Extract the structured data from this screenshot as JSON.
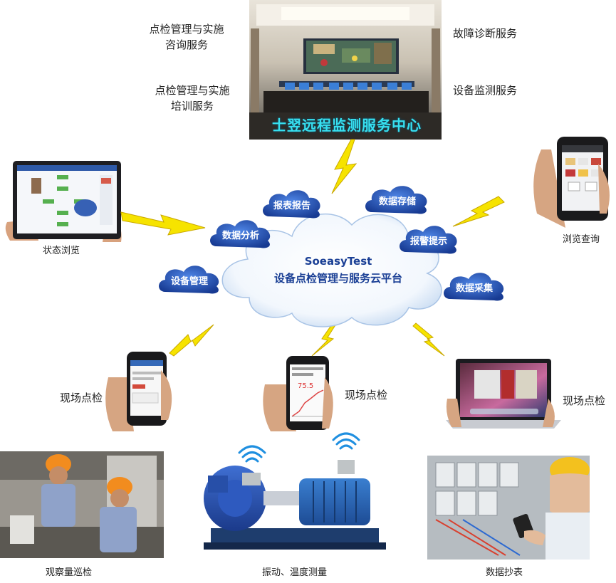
{
  "center": {
    "line1": "SoeasyTest",
    "line2": "设备点检管理与服务云平台"
  },
  "monitoring_center": {
    "banner": "士翌远程监测服务中心"
  },
  "services_left": [
    {
      "line1": "点检管理与实施",
      "line2": "咨询服务"
    },
    {
      "line1": "点检管理与实施",
      "line2": "培训服务"
    }
  ],
  "services_right": [
    {
      "label": "故障诊断服务"
    },
    {
      "label": "设备监测服务"
    }
  ],
  "clouds": {
    "report": "报表报告",
    "storage": "数据存储",
    "analysis": "数据分析",
    "alarm": "报警提示",
    "device": "设备管理",
    "collect": "数据采集"
  },
  "captions": {
    "status_browse": "状态浏览",
    "browse_query": "浏览查询",
    "field_left": "现场点检",
    "field_center": "现场点检",
    "field_right": "现场点检",
    "observe": "观察量巡检",
    "vibration": "振动、温度测量",
    "meter": "数据抄表"
  },
  "screens": {
    "phone_center_value": "75.5"
  },
  "colors": {
    "cloud_dark": "#1b3f9a",
    "cloud_light": "#3f73d6",
    "center_text": "#1a3f95",
    "banner_text": "#37e0f0",
    "bolt": "#f6e300"
  }
}
